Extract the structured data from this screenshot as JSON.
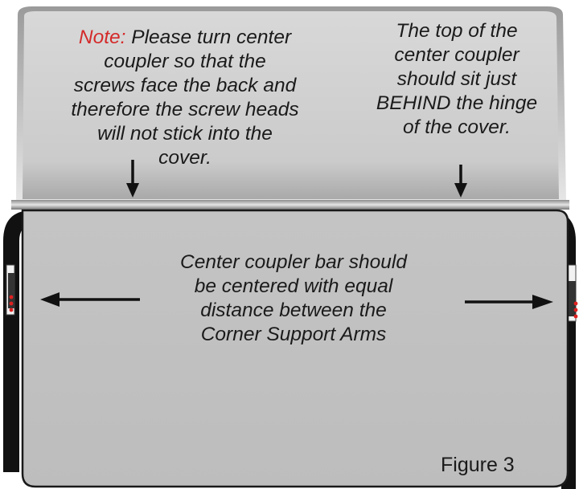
{
  "note": {
    "lead": "Note:",
    "lines": [
      "Please turn center",
      "coupler so that the",
      "screws face the back and",
      "therefore the screw heads",
      "will not stick into the",
      "cover."
    ]
  },
  "top_note": {
    "lines": [
      "The top of the",
      "center coupler",
      "should sit just",
      "BEHIND the hinge",
      "of the cover."
    ]
  },
  "center_note": {
    "lines": [
      "Center coupler bar should",
      "be centered with equal",
      "distance between the",
      "Corner Support Arms"
    ]
  },
  "figure_label": "Figure 3",
  "colors": {
    "lid": "#c9c9c9",
    "body": "#bfbfbf",
    "frame": "#111111",
    "screw": "#e02020",
    "note_accent": "#d42a2a"
  }
}
